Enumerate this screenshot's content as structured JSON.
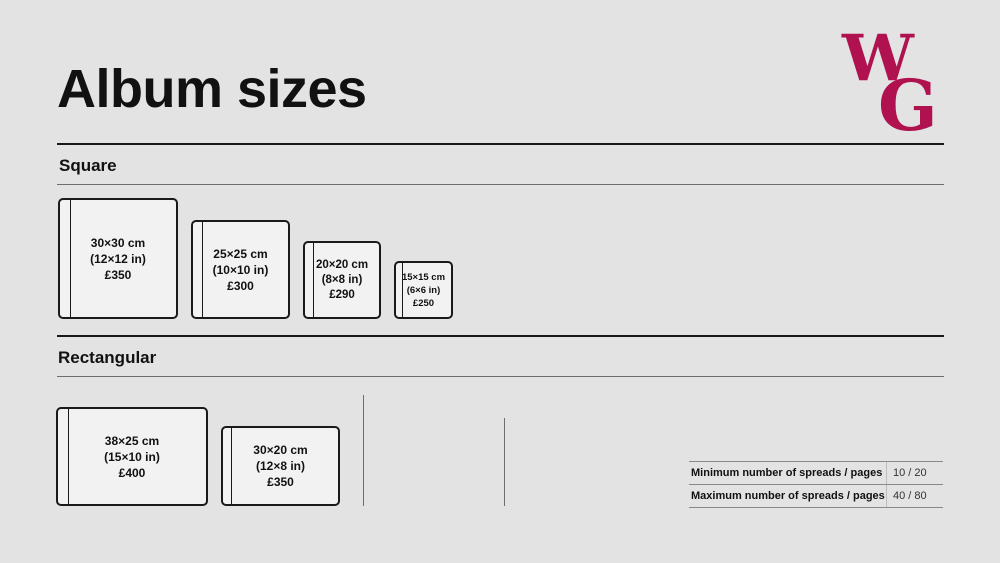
{
  "page": {
    "title": "Album sizes",
    "logo_text": "WG",
    "brand_color": "#b0124f"
  },
  "sections": {
    "square": {
      "label": "Square",
      "albums": [
        {
          "size": "30×30 cm",
          "inches": "(12×12 in)",
          "price": "£350"
        },
        {
          "size": "25×25 cm",
          "inches": "(10×10 in)",
          "price": "£300"
        },
        {
          "size": "20×20 cm",
          "inches": "(8×8 in)",
          "price": "£290"
        },
        {
          "size": "15×15 cm",
          "inches": "(6×6 in)",
          "price": "£250"
        }
      ]
    },
    "rectangular": {
      "label": "Rectangular",
      "albums": [
        {
          "size": "38×25 cm",
          "inches": "(15×10 in)",
          "price": "£400"
        },
        {
          "size": "30×20 cm",
          "inches": "(12×8 in)",
          "price": "£350"
        }
      ]
    }
  },
  "specs": [
    {
      "label": "Minimum number of spreads / pages",
      "value": "10 / 20"
    },
    {
      "label": "Maximum number of spreads / pages",
      "value": "40 / 80"
    }
  ]
}
